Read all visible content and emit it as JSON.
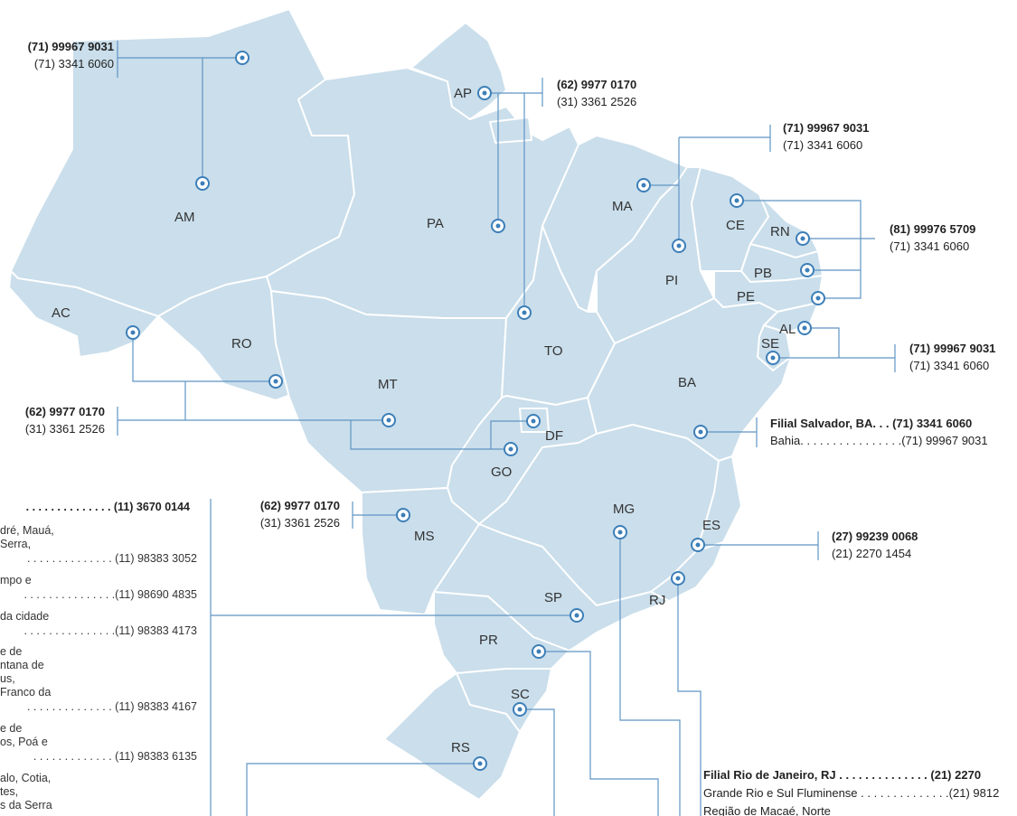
{
  "colors": {
    "state_fill": "#cadeeb",
    "connector": "#5f95c4",
    "marker": "#3d7fb8"
  },
  "states": {
    "AM": "AM",
    "PA": "PA",
    "AP": "AP",
    "AC": "AC",
    "RO": "RO",
    "MT": "MT",
    "MA": "MA",
    "PI": "PI",
    "CE": "CE",
    "RN": "RN",
    "PB": "PB",
    "PE": "PE",
    "AL": "AL",
    "SE": "SE",
    "BA": "BA",
    "TO": "TO",
    "DF": "DF",
    "GO": "GO",
    "MG": "MG",
    "ES": "ES",
    "RJ": "RJ",
    "SP": "SP",
    "MS": "MS",
    "PR": "PR",
    "SC": "SC",
    "RS": "RS"
  },
  "contacts": {
    "north_west": {
      "primary": "(71) 99967 9031",
      "secondary": "(71) 3341 6060"
    },
    "ap_to": {
      "primary": "(62) 9977 0170",
      "secondary": "(31) 3361 2526"
    },
    "pi_ma": {
      "primary": "(71) 99967 9031",
      "secondary": "(71) 3341 6060"
    },
    "ne_coast": {
      "primary": "(81) 99976 5709",
      "secondary": "(71) 3341 6060"
    },
    "al_se": {
      "primary": "(71) 99967 9031",
      "secondary": "(71) 3341 6060"
    },
    "center_west": {
      "primary": "(62) 9977 0170",
      "secondary": "(31) 3361 2526"
    },
    "ms": {
      "primary": "(62) 9977 0170",
      "secondary": "(31) 3361 2526"
    },
    "es": {
      "primary": "(27) 99239 0068",
      "secondary": "(21) 2270 1454"
    }
  },
  "bahia_branch": {
    "title": "Filial Salvador, BA. . . (71) 3341 6060",
    "line": "Bahia. . . . . . . . . . . . . . . .(71) 99967 9031"
  },
  "sp_branch": {
    "lines": [
      ". . . . . . . . . . . . . . (11) 3670 0144",
      "dré, Mauá,",
      "Serra,",
      ". . . . . . . . . . . . . . (11) 98383 3052",
      "mpo e",
      ". . . . . . . . . . . . . . .(11) 98690 4835",
      " da cidade",
      ". . . . . . . . . . . . . . .(11) 98383 4173",
      "e de",
      "ntana de",
      "us,",
      "Franco da",
      ". . . . . . . . . . . . . . (11) 98383 4167",
      "e de",
      "os, Poá e",
      ". . . . . . . . . . . . . (11) 98383 6135",
      "alo, Cotia,",
      "tes,",
      "s da Serra"
    ]
  },
  "rj_branch": {
    "title": "Filial Rio de Janeiro, RJ . . . . . . . . . . . . . . (21) 2270",
    "line1": "Grande Rio e Sul Fluminense . . . . . . . . . . . . . .(21) 9812",
    "line2": "Região de Macaé, Norte"
  }
}
